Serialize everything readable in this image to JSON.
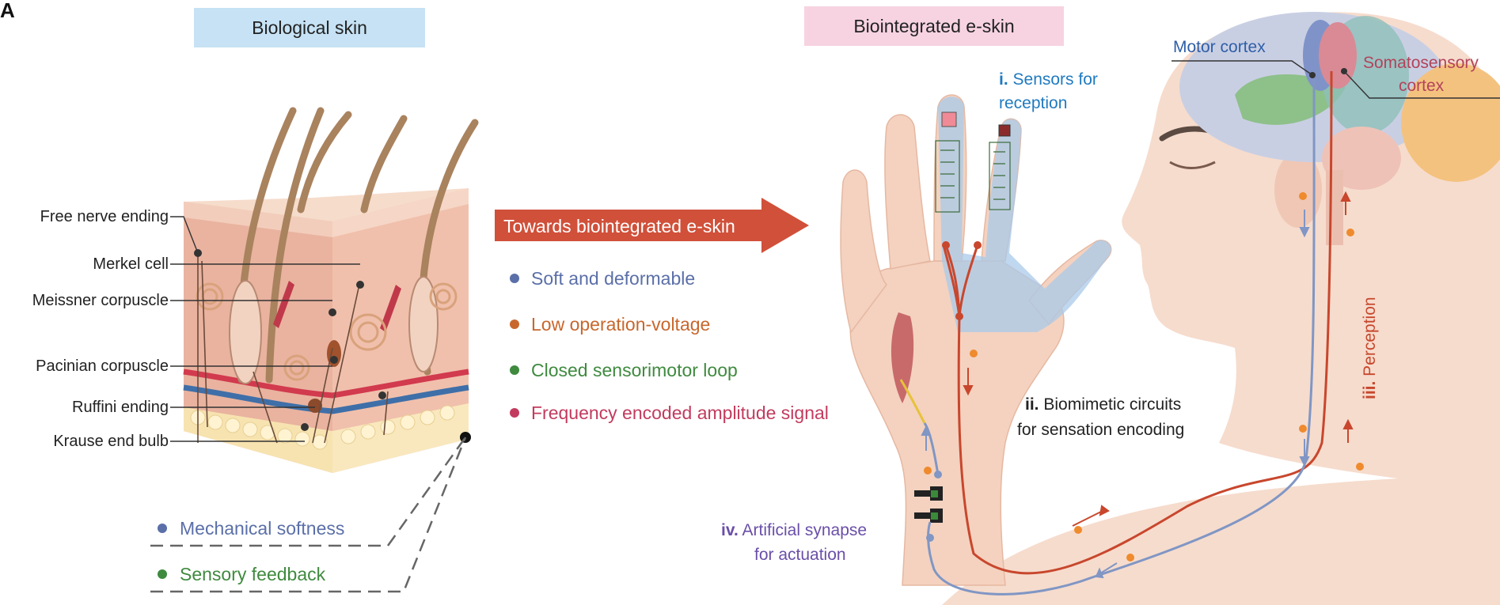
{
  "panel_letter": "A",
  "left": {
    "title": "Biological skin",
    "callouts": [
      "Free nerve ending",
      "Merkel cell",
      "Meissner corpuscle",
      "Pacinian corpuscle",
      "Ruffini ending",
      "Krause end bulb"
    ],
    "properties": [
      {
        "label": "Mechanical softness",
        "color": "#5b6fa8"
      },
      {
        "label": "Sensory feedback",
        "color": "#3f8a3f"
      }
    ]
  },
  "arrow": {
    "label": "Towards biointegrated e-skin",
    "color": "#d0503a"
  },
  "features": [
    {
      "label": "Soft and deformable",
      "color": "#5b6fa8"
    },
    {
      "label": "Low operation-voltage",
      "color": "#c8672d"
    },
    {
      "label": "Closed sensorimotor loop",
      "color": "#3f8a3f"
    },
    {
      "label": "Frequency encoded amplitude signal",
      "color": "#c23b5e"
    }
  ],
  "right": {
    "title": "Biointegrated e-skin",
    "motor_cortex": "Motor cortex",
    "somatosensory": [
      "Somatosensory",
      "cortex"
    ],
    "step_i": {
      "num": "i.",
      "lines": [
        "Sensors for",
        "reception"
      ]
    },
    "step_ii": {
      "num": "ii.",
      "lines": [
        "Biomimetic circuits",
        "for sensation encoding"
      ]
    },
    "step_iii": {
      "num": "iii.",
      "label": "Perception"
    },
    "step_iv": {
      "num": "iv.",
      "lines": [
        "Artificial synapse",
        "for actuation"
      ]
    }
  },
  "colors": {
    "left_title_bg": "#c6e2f4",
    "right_title_bg": "#f7d3e1",
    "sensor_blue": "#1f7ac0",
    "perception_red": "#c8472d",
    "synapse_purple": "#6a4fa8",
    "motor_blue": "#2f5fa8",
    "somato_red": "#b2435a"
  }
}
